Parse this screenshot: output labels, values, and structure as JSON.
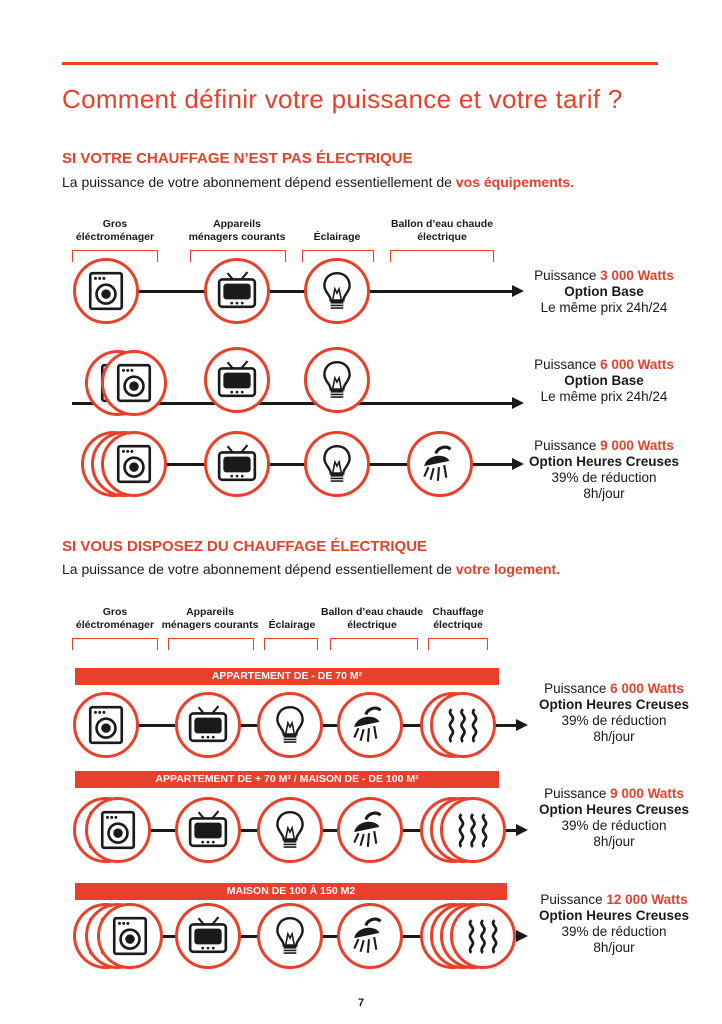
{
  "page": {
    "title": "Comment définir votre puissance et votre tarif ?",
    "number": "7"
  },
  "section1": {
    "title": "SI VOTRE CHAUFFAGE N’EST PAS ÉLECTRIQUE",
    "text_prefix": "La puissance de votre abonnement dépend essentiellement de ",
    "text_highlight": "vos équipements.",
    "categories": [
      "Gros\néléctroménager",
      "Appareils\nménagers courants",
      "Éclairage",
      "Ballon d’eau chaude\nélectrique"
    ],
    "rows": [
      {
        "label": "Puissance",
        "watts": "3 000 Watts",
        "option": "Option Base",
        "line1": "Le même prix 24h/24",
        "line2": ""
      },
      {
        "label": "Puissance",
        "watts": "6 000 Watts",
        "option": "Option Base",
        "line1": "Le même prix 24h/24",
        "line2": ""
      },
      {
        "label": "Puissance",
        "watts": "9 000 Watts",
        "option": "Option Heures Creuses",
        "line1": "39% de réduction",
        "line2": "8h/jour"
      }
    ]
  },
  "section2": {
    "title": "SI VOUS DISPOSEZ DU CHAUFFAGE ÉLECTRIQUE",
    "text_prefix": "La puissance de votre abonnement dépend essentiellement de ",
    "text_highlight": "votre logement.",
    "categories": [
      "Gros\néléctroménager",
      "Appareils\nménagers courants",
      "Éclairage",
      "Ballon d’eau chaude\nélectrique",
      "Chauffage\nélectrique"
    ],
    "rows": [
      {
        "banner": "APPARTEMENT DE - DE 70 M²",
        "label": "Puissance",
        "watts": "6 000 Watts",
        "option": "Option Heures Creuses",
        "line1": "39% de réduction",
        "line2": "8h/jour"
      },
      {
        "banner": "APPARTEMENT DE + 70 M² / MAISON DE - DE 100 M²",
        "label": "Puissance",
        "watts": "9 000 Watts",
        "option": "Option Heures Creuses",
        "line1": "39% de réduction",
        "line2": "8h/jour"
      },
      {
        "banner": "MAISON DE 100 À 150 M2",
        "label": "Puissance",
        "watts": "12 000 Watts",
        "option": "Option Heures Creuses",
        "line1": "39% de réduction",
        "line2": "8h/jour"
      }
    ]
  },
  "colors": {
    "accent": "#e8402a",
    "ink": "#1a1a1a"
  },
  "icons": [
    "washing-machine-icon",
    "tv-icon",
    "light-bulb-icon",
    "shower-head-icon",
    "heating-waves-icon"
  ]
}
